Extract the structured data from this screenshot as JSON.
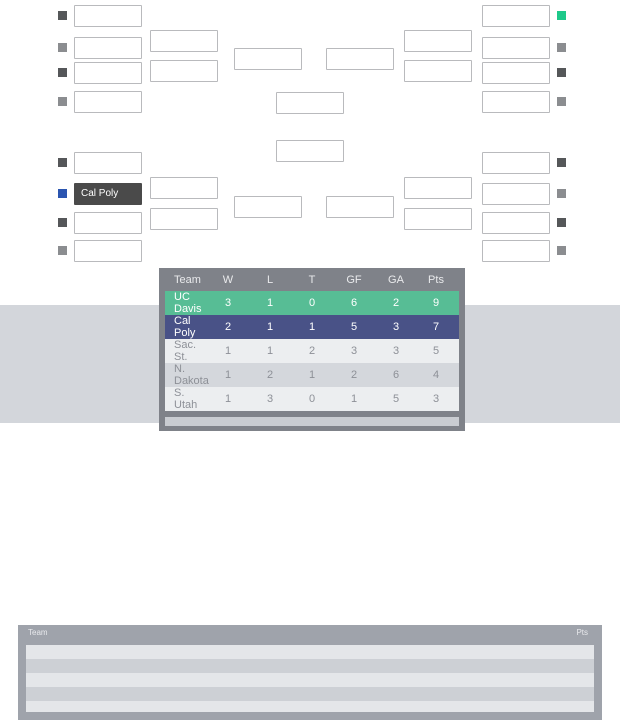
{
  "bracket": {
    "title": "tournament-bracket",
    "seed_markers": {
      "green": "#1ec98a",
      "blue": "#2b55b0",
      "dark_gray": "#555759",
      "light_gray": "#8b8d90"
    },
    "left_round1": [
      {
        "label": "",
        "marker": "dark_gray"
      },
      {
        "label": "",
        "marker": "light_gray"
      },
      {
        "label": "",
        "marker": "dark_gray"
      },
      {
        "label": "",
        "marker": "light_gray"
      },
      {
        "label": "",
        "marker": "dark_gray"
      },
      {
        "label": "Cal Poly",
        "marker": "blue"
      },
      {
        "label": "",
        "marker": "dark_gray"
      },
      {
        "label": "",
        "marker": "light_gray"
      }
    ],
    "right_round1": [
      {
        "label": "",
        "marker": "green"
      },
      {
        "label": "",
        "marker": "light_gray"
      },
      {
        "label": "",
        "marker": "dark_gray"
      },
      {
        "label": "",
        "marker": "light_gray"
      },
      {
        "label": "",
        "marker": "dark_gray"
      },
      {
        "label": "",
        "marker": "light_gray"
      },
      {
        "label": "",
        "marker": "dark_gray"
      },
      {
        "label": "",
        "marker": "light_gray"
      }
    ],
    "left_round2": [
      "",
      "",
      "",
      ""
    ],
    "right_round2": [
      "",
      "",
      "",
      ""
    ],
    "left_semis": [
      "",
      ""
    ],
    "right_semis": [
      "",
      ""
    ],
    "finals": [
      "",
      ""
    ]
  },
  "background_table": {
    "header_team": "Team",
    "header_pts": "Pts",
    "row_count": 6
  },
  "standings": {
    "columns": [
      "Team",
      "W",
      "L",
      "T",
      "GF",
      "GA",
      "Pts"
    ],
    "rows": [
      {
        "team": "UC Davis",
        "w": "3",
        "l": "1",
        "t": "0",
        "gf": "6",
        "ga": "2",
        "pts": "9",
        "style": "r-green"
      },
      {
        "team": "Cal Poly",
        "w": "2",
        "l": "1",
        "t": "1",
        "gf": "5",
        "ga": "3",
        "pts": "7",
        "style": "r-navy"
      },
      {
        "team": "Sac. St.",
        "w": "1",
        "l": "1",
        "t": "2",
        "gf": "3",
        "ga": "3",
        "pts": "5",
        "style": "r-light"
      },
      {
        "team": "N. Dakota",
        "w": "1",
        "l": "2",
        "t": "1",
        "gf": "2",
        "ga": "6",
        "pts": "4",
        "style": "r-dark"
      },
      {
        "team": "S. Utah",
        "w": "1",
        "l": "3",
        "t": "0",
        "gf": "1",
        "ga": "5",
        "pts": "3",
        "style": "r-light"
      }
    ],
    "colors": {
      "leader_green": "#57bd95",
      "highlight_navy": "#495287",
      "panel_gray": "#7f8289"
    }
  }
}
